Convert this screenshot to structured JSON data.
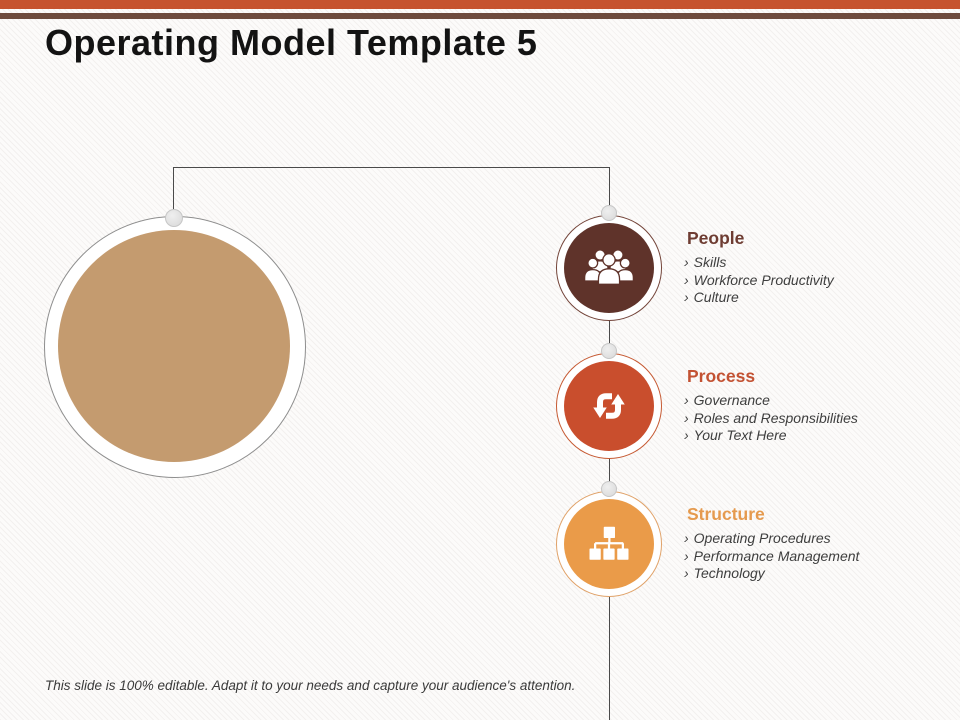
{
  "slide": {
    "title": "Operating Model Template 5",
    "footer": "This slide is 100% editable. Adapt it to your needs and capture your audience's attention."
  },
  "bullet_char": "›",
  "colors": {
    "top_bar": "#C6532F",
    "accent_line": "#6E4B3D",
    "main_circle": "#C49B6F",
    "people_circle": "#5F332A",
    "process_circle": "#C94E2D",
    "structure_circle": "#EA9B49",
    "people_heading": "#6E3C32",
    "process_heading": "#C35233",
    "structure_heading": "#E59A4E",
    "connector_line": "#4A4A4A"
  },
  "items": [
    {
      "label": "People",
      "icon": "people-group-icon",
      "bullets": [
        "Skills",
        "Workforce Productivity",
        "Culture"
      ]
    },
    {
      "label": "Process",
      "icon": "sync-arrows-icon",
      "bullets": [
        "Governance",
        "Roles and Responsibilities",
        "Your Text Here"
      ]
    },
    {
      "label": "Structure",
      "icon": "org-chart-icon",
      "bullets": [
        "Operating Procedures",
        "Performance Management",
        "Technology"
      ]
    }
  ]
}
